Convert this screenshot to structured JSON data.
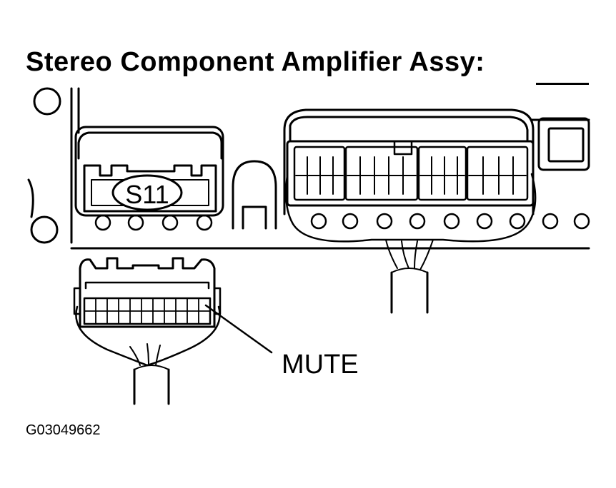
{
  "title": "Stereo Component Amplifier Assy:",
  "connector_label": "S11",
  "pin_label": "MUTE",
  "figure_id": "G03049662",
  "colors": {
    "line": "#000000",
    "background": "#ffffff"
  }
}
